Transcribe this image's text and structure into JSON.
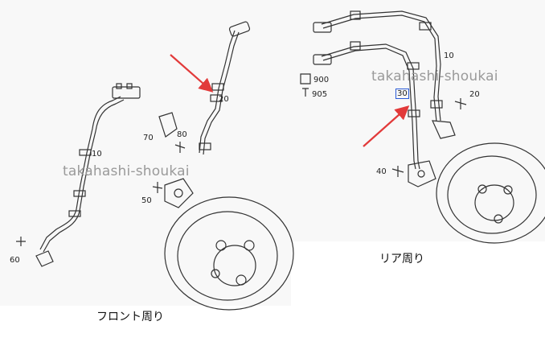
{
  "front": {
    "caption": "フロント周り",
    "watermark": "takahashi-shoukai",
    "labels": {
      "p20": "20",
      "p10": "10",
      "p70": "70",
      "p80": "80",
      "p50": "50",
      "p60": "60"
    }
  },
  "rear": {
    "caption": "リア周り",
    "watermark": "takahashi-shoukai",
    "labels": {
      "p900": "900",
      "p905": "905",
      "p30": "30",
      "p10": "10",
      "p20": "20",
      "p40": "40"
    }
  },
  "colors": {
    "arrow": "#e23a3a",
    "highlight_box": "#2a5bd7",
    "line": "#333333"
  }
}
